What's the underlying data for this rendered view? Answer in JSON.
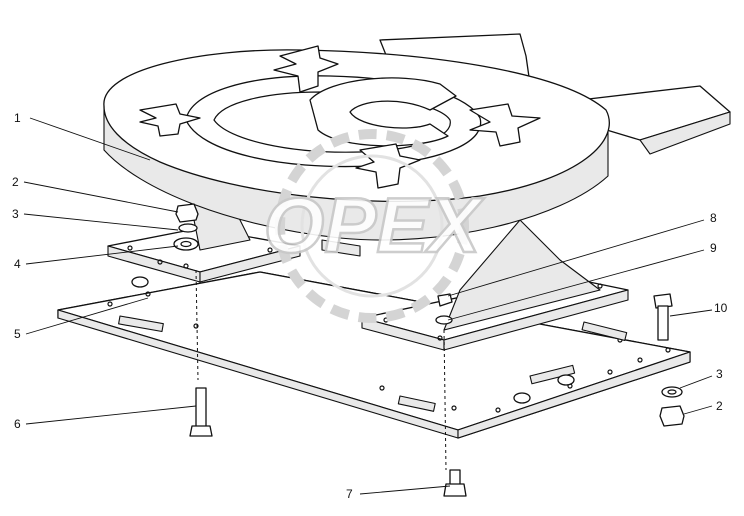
{
  "watermark": {
    "text": "OPEX",
    "color": "#c8c8c8"
  },
  "callouts": [
    {
      "id": "c1",
      "label": "1"
    },
    {
      "id": "c2a",
      "label": "2"
    },
    {
      "id": "c3a",
      "label": "3"
    },
    {
      "id": "c4",
      "label": "4"
    },
    {
      "id": "c5",
      "label": "5"
    },
    {
      "id": "c6",
      "label": "6"
    },
    {
      "id": "c7",
      "label": "7"
    },
    {
      "id": "c8",
      "label": "8"
    },
    {
      "id": "c9",
      "label": "9"
    },
    {
      "id": "c10",
      "label": "10"
    },
    {
      "id": "c3b",
      "label": "3"
    },
    {
      "id": "c2b",
      "label": "2"
    }
  ]
}
